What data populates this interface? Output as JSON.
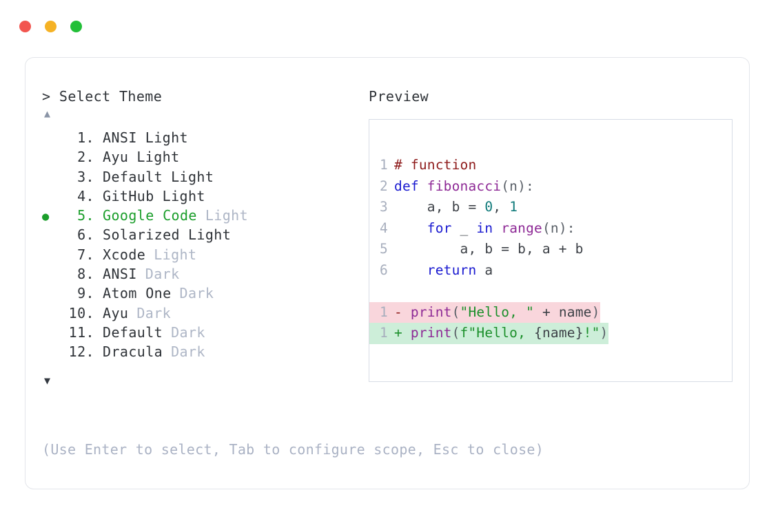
{
  "window": {
    "traffic_lights": [
      {
        "name": "close",
        "color": "#f2554f"
      },
      {
        "name": "minimize",
        "color": "#f5b225"
      },
      {
        "name": "maximize",
        "color": "#22bf38"
      }
    ]
  },
  "picker": {
    "prompt": "> Select Theme",
    "scroll_up": "▲",
    "scroll_down": "▼",
    "selected_index": 5,
    "bullet_glyph": "●",
    "items": [
      {
        "num": "1.",
        "name": "ANSI",
        "variant": "Light",
        "selected": false,
        "dim_variant": false
      },
      {
        "num": "2.",
        "name": "Ayu",
        "variant": "Light",
        "selected": false,
        "dim_variant": false
      },
      {
        "num": "3.",
        "name": "Default",
        "variant": "Light",
        "selected": false,
        "dim_variant": false
      },
      {
        "num": "4.",
        "name": "GitHub",
        "variant": "Light",
        "selected": false,
        "dim_variant": false
      },
      {
        "num": "5.",
        "name": "Google Code",
        "variant": "Light",
        "selected": true,
        "dim_variant": true
      },
      {
        "num": "6.",
        "name": "Solarized",
        "variant": "Light",
        "selected": false,
        "dim_variant": false
      },
      {
        "num": "7.",
        "name": "Xcode",
        "variant": "Light",
        "selected": false,
        "dim_variant": true
      },
      {
        "num": "8.",
        "name": "ANSI",
        "variant": "Dark",
        "selected": false,
        "dim_variant": true
      },
      {
        "num": "9.",
        "name": "Atom One",
        "variant": "Dark",
        "selected": false,
        "dim_variant": true
      },
      {
        "num": "10.",
        "name": "Ayu",
        "variant": "Dark",
        "selected": false,
        "dim_variant": true
      },
      {
        "num": "11.",
        "name": "Default",
        "variant": "Dark",
        "selected": false,
        "dim_variant": true
      },
      {
        "num": "12.",
        "name": "Dracula",
        "variant": "Dark",
        "selected": false,
        "dim_variant": true
      }
    ],
    "hint": "(Use Enter to select, Tab to configure scope, Esc to close)"
  },
  "preview": {
    "label": "Preview",
    "code": {
      "lines": [
        {
          "ln": "1",
          "tokens": [
            {
              "t": "# function",
              "c": "comment"
            }
          ]
        },
        {
          "ln": "2",
          "tokens": [
            {
              "t": "def ",
              "c": "keyword"
            },
            {
              "t": "fibonacci",
              "c": "fn"
            },
            {
              "t": "(n):",
              "c": "punct"
            }
          ]
        },
        {
          "ln": "3",
          "tokens": [
            {
              "t": "    a, b = ",
              "c": "plain"
            },
            {
              "t": "0",
              "c": "num"
            },
            {
              "t": ", ",
              "c": "plain"
            },
            {
              "t": "1",
              "c": "num"
            }
          ]
        },
        {
          "ln": "4",
          "tokens": [
            {
              "t": "    ",
              "c": "plain"
            },
            {
              "t": "for",
              "c": "keyword"
            },
            {
              "t": " _ ",
              "c": "plain"
            },
            {
              "t": "in",
              "c": "keyword"
            },
            {
              "t": " ",
              "c": "plain"
            },
            {
              "t": "range",
              "c": "fn"
            },
            {
              "t": "(n):",
              "c": "punct"
            }
          ]
        },
        {
          "ln": "5",
          "tokens": [
            {
              "t": "        a, b = b, a + b",
              "c": "plain"
            }
          ]
        },
        {
          "ln": "6",
          "tokens": [
            {
              "t": "    ",
              "c": "plain"
            },
            {
              "t": "return",
              "c": "keyword"
            },
            {
              "t": " a",
              "c": "plain"
            }
          ]
        }
      ],
      "diff": [
        {
          "ln": "1",
          "kind": "del",
          "tokens": [
            {
              "t": "- ",
              "c": "minus"
            },
            {
              "t": "print",
              "c": "fn"
            },
            {
              "t": "(",
              "c": "punct"
            },
            {
              "t": "\"Hello, \"",
              "c": "str"
            },
            {
              "t": " + name",
              "c": "plain"
            },
            {
              "t": ")",
              "c": "punct"
            }
          ]
        },
        {
          "ln": "1",
          "kind": "add",
          "tokens": [
            {
              "t": "+ ",
              "c": "plus"
            },
            {
              "t": "print",
              "c": "fn"
            },
            {
              "t": "(",
              "c": "punct"
            },
            {
              "t": "f\"Hello, ",
              "c": "str"
            },
            {
              "t": "{name}",
              "c": "plain"
            },
            {
              "t": "!\"",
              "c": "str"
            },
            {
              "t": ")",
              "c": "punct"
            }
          ]
        }
      ]
    }
  },
  "colors": {
    "accent_green": "#1b9e2b",
    "dim_text": "#aeb6c6",
    "text": "#2f3338",
    "diff_add_bg": "#cdeed9",
    "diff_del_bg": "#f9d6dc",
    "card_border": "#e3e5ea",
    "box_border": "#d7dce5"
  }
}
